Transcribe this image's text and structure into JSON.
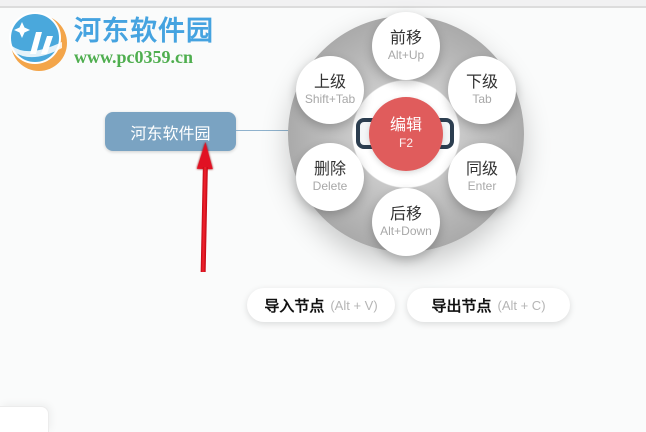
{
  "watermark": {
    "site_name": "河东软件园",
    "site_url": "www.pc0359.cn"
  },
  "canvas": {
    "selected_node": {
      "label": "河东软件园"
    }
  },
  "wheel": {
    "center": {
      "label": "编辑",
      "shortcut": "F2"
    },
    "satellites": [
      {
        "id": "move-forward",
        "label": "前移",
        "shortcut": "Alt+Up"
      },
      {
        "id": "parent-level",
        "label": "上级",
        "shortcut": "Shift+Tab"
      },
      {
        "id": "child-level",
        "label": "下级",
        "shortcut": "Tab"
      },
      {
        "id": "delete",
        "label": "删除",
        "shortcut": "Delete"
      },
      {
        "id": "sibling-level",
        "label": "同级",
        "shortcut": "Enter"
      },
      {
        "id": "move-backward",
        "label": "后移",
        "shortcut": "Alt+Down"
      }
    ]
  },
  "actions": {
    "import_node": {
      "label": "导入节点",
      "shortcut": "(Alt + V)"
    },
    "export_node": {
      "label": "导出节点",
      "shortcut": "(Alt + C)"
    }
  },
  "icons": {
    "logo_emblem": "site-logo-globe",
    "annotation_arrow": "red-up-arrow"
  },
  "colors": {
    "node_blue": "#7aa3c2",
    "wheel_ring_gray": "#b9b9b9",
    "edit_red": "#e05c5c",
    "rect_border_navy": "#2c3e50",
    "logo_blue": "#45a3e0",
    "logo_green": "#4fae4f",
    "arrow_red": "#e11123",
    "connector_blue": "#8fb2cd"
  }
}
